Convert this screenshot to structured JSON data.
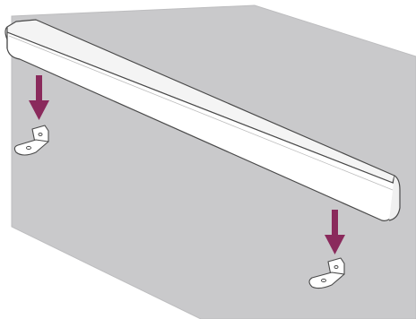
{
  "diagram": {
    "kind": "installation-illustration",
    "subject": "soundbar-wall-mount",
    "colors": {
      "wall": "#c9c9cb",
      "wall_edge": "#bdbdbf",
      "arrow": "#8a2a5c",
      "outline": "#4a4a4a",
      "bar_top": "#f4f4f4",
      "bar_front": "#ffffff",
      "bracket": "#ffffff"
    },
    "parts": [
      {
        "name": "wall",
        "icon": "wall-surface"
      },
      {
        "name": "soundbar",
        "icon": "soundbar"
      },
      {
        "name": "left-bracket",
        "icon": "l-bracket"
      },
      {
        "name": "right-bracket",
        "icon": "l-bracket"
      },
      {
        "name": "left-arrow",
        "icon": "down-arrow"
      },
      {
        "name": "right-arrow",
        "icon": "down-arrow"
      }
    ]
  }
}
